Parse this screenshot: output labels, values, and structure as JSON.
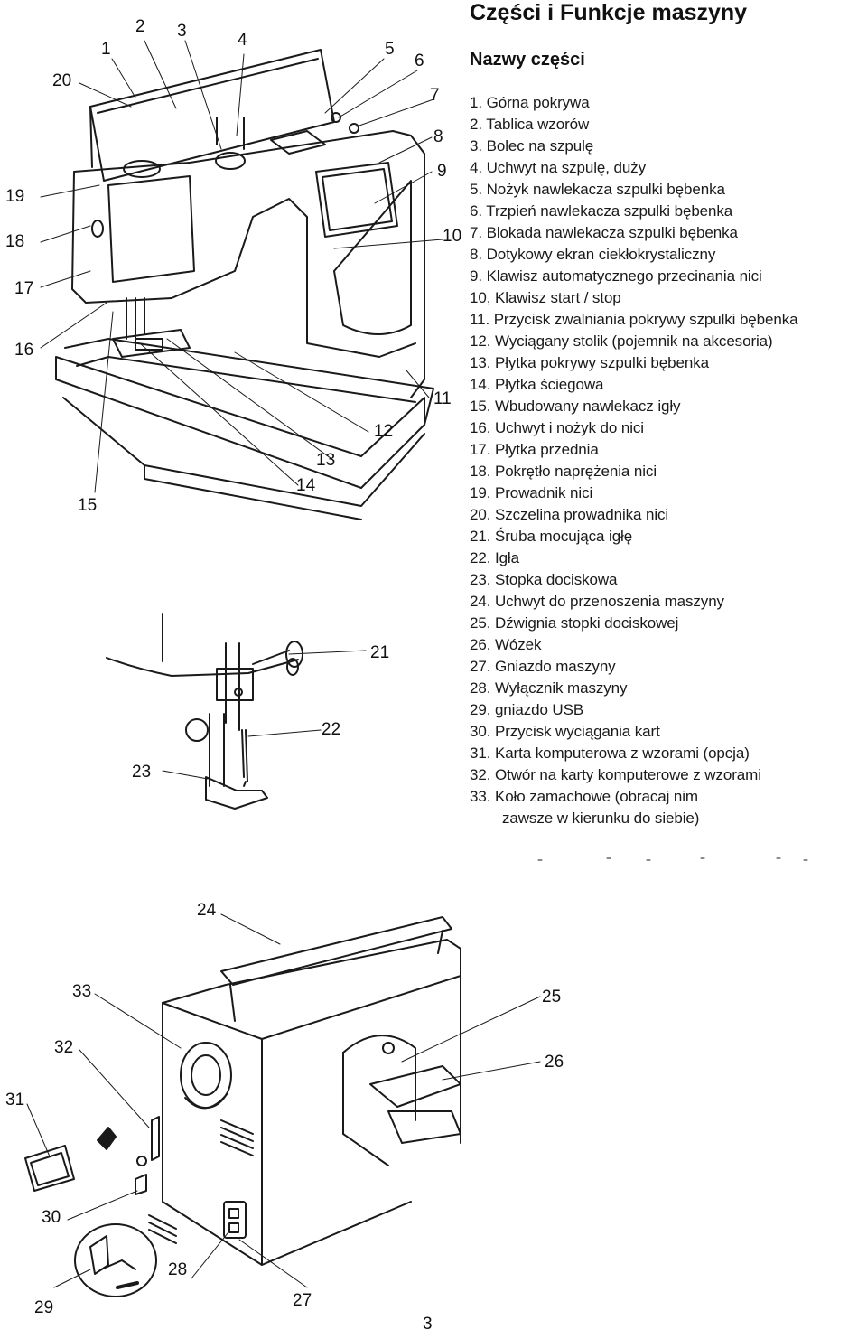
{
  "page": {
    "title": "Części i Funkcje maszyny",
    "subtitle": "Nazwy części",
    "page_number": "3"
  },
  "parts": [
    "1.  Górna pokrywa",
    "2.  Tablica wzorów",
    "3.  Bolec na szpulę",
    "4.  Uchwyt na szpulę, duży",
    "5.  Nożyk nawlekacza szpulki bębenka",
    "6.  Trzpień nawlekacza szpulki bębenka",
    "7.  Blokada nawlekacza szpulki bębenka",
    "8.  Dotykowy ekran ciekłokrystaliczny",
    "9.  Klawisz automatycznego przecinania nici",
    "10, Klawisz start / stop",
    "11.  Przycisk zwalniania pokrywy szpulki bębenka",
    "12.  Wyciągany stolik (pojemnik na akcesoria)",
    "13.  Płytka pokrywy szpulki bębenka",
    "14.  Płytka ściegowa",
    "15.  Wbudowany nawlekacz igły",
    "16.  Uchwyt i nożyk do nici",
    "17.  Płytka przednia",
    "18.  Pokrętło naprężenia nici",
    "19.  Prowadnik nici",
    "20.  Szczelina prowadnika nici",
    "21.  Śruba mocująca igłę",
    "22.  Igła",
    "23.  Stopka dociskowa",
    "24.  Uchwyt do przenoszenia maszyny",
    "25.  Dźwignia stopki dociskowej",
    "26.  Wózek",
    "27.  Gniazdo maszyny",
    "28.  Wyłącznik maszyny",
    "29.  gniazdo USB",
    "30.  Przycisk wyciągania kart",
    "31.  Karta komputerowa z wzorami (opcja)",
    "32.  Otwór na karty komputerowe z wzorami",
    "33.  Koło zamachowe (obracaj nim"
  ],
  "parts_continuation": "zawsze w kierunku do siebie)",
  "callouts": [
    "1",
    "2",
    "3",
    "4",
    "5",
    "6",
    "7",
    "8",
    "9",
    "10",
    "11",
    "12",
    "13",
    "14",
    "15",
    "16",
    "17",
    "18",
    "19",
    "20",
    "21",
    "22",
    "23",
    "24",
    "25",
    "26",
    "27",
    "28",
    "29",
    "30",
    "31",
    "32",
    "33"
  ]
}
